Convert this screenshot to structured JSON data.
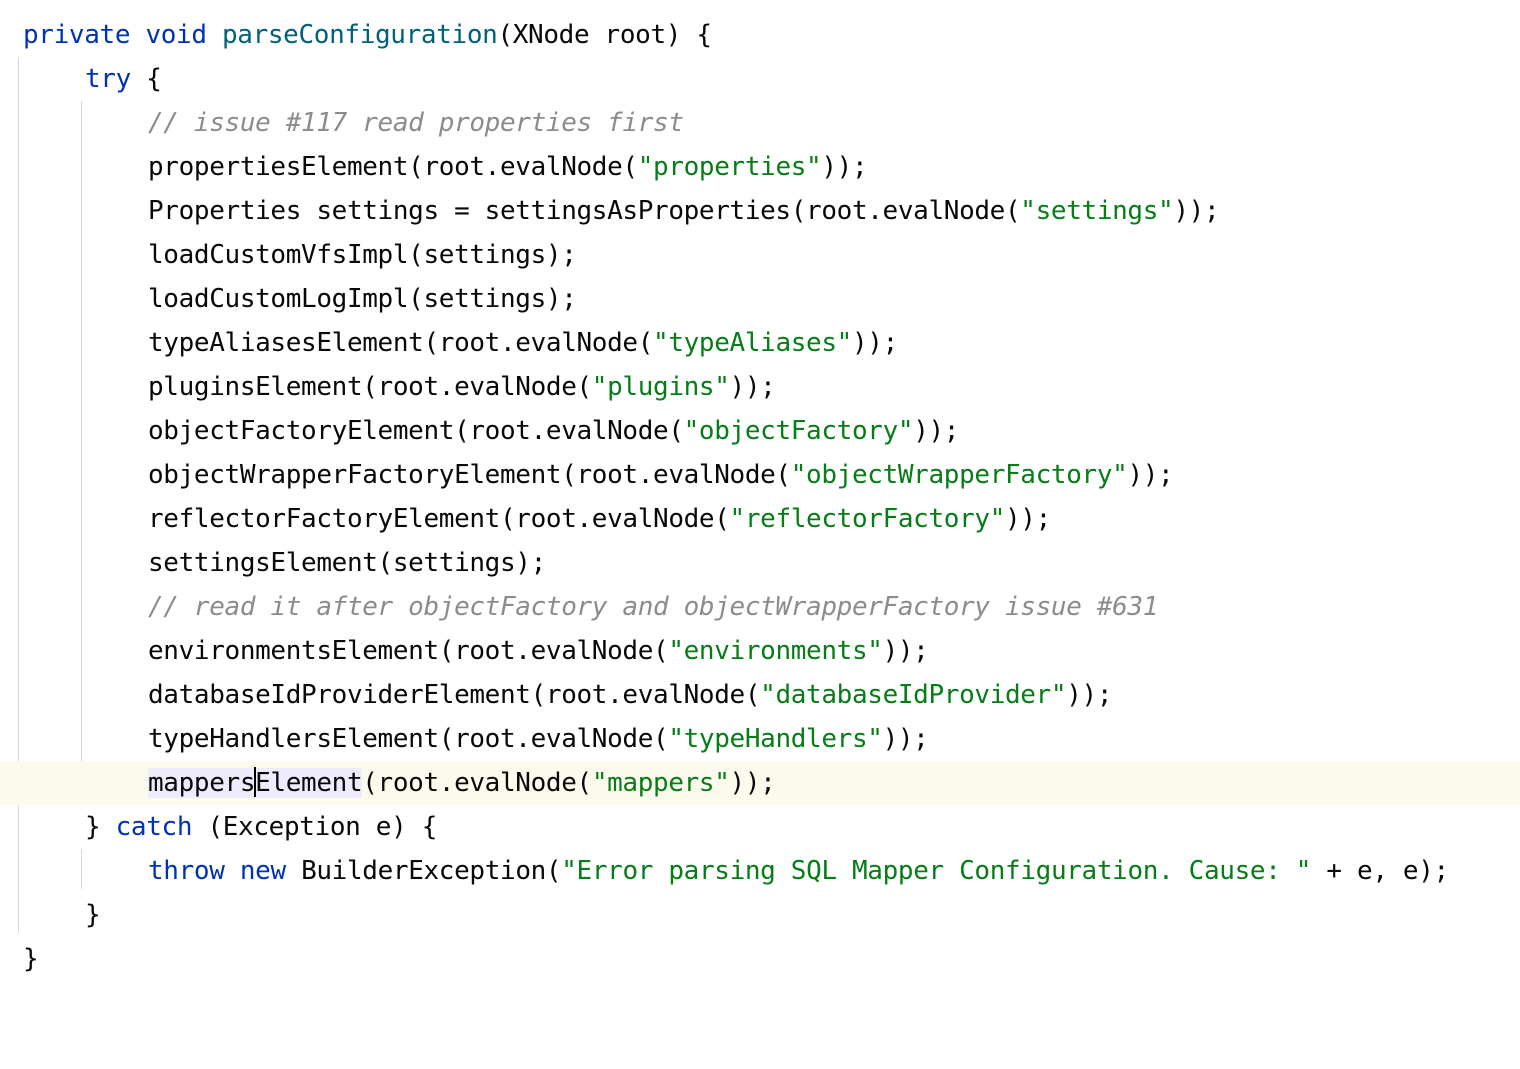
{
  "editor": {
    "method": {
      "modifier": "private",
      "return_type": "void",
      "name": "parseConfiguration",
      "params": "(XNode root) {"
    },
    "try_kw": "try",
    "try_brace": " {",
    "comment1": "// issue #117 read properties first",
    "lines": [
      {
        "pre": "propertiesElement(root.evalNode(",
        "str": "\"properties\"",
        "post": "));"
      },
      {
        "pre": "Properties settings = settingsAsProperties(root.evalNode(",
        "str": "\"settings\"",
        "post": "));"
      },
      {
        "pre": "loadCustomVfsImpl(settings);",
        "str": "",
        "post": ""
      },
      {
        "pre": "loadCustomLogImpl(settings);",
        "str": "",
        "post": ""
      },
      {
        "pre": "typeAliasesElement(root.evalNode(",
        "str": "\"typeAliases\"",
        "post": "));"
      },
      {
        "pre": "pluginsElement(root.evalNode(",
        "str": "\"plugins\"",
        "post": "));"
      },
      {
        "pre": "objectFactoryElement(root.evalNode(",
        "str": "\"objectFactory\"",
        "post": "));"
      },
      {
        "pre": "objectWrapperFactoryElement(root.evalNode(",
        "str": "\"objectWrapperFactory\"",
        "post": "));"
      },
      {
        "pre": "reflectorFactoryElement(root.evalNode(",
        "str": "\"reflectorFactory\"",
        "post": "));"
      },
      {
        "pre": "settingsElement(settings);",
        "str": "",
        "post": ""
      }
    ],
    "comment2": "// read it after objectFactory and objectWrapperFactory issue #631",
    "lines2": [
      {
        "pre": "environmentsElement(root.evalNode(",
        "str": "\"environments\"",
        "post": "));"
      },
      {
        "pre": "databaseIdProviderElement(root.evalNode(",
        "str": "\"databaseIdProvider\"",
        "post": "));"
      },
      {
        "pre": "typeHandlersElement(root.evalNode(",
        "str": "\"typeHandlers\"",
        "post": "));"
      }
    ],
    "current_line": {
      "ident_before_caret": "mappers",
      "ident_after_caret": "Element",
      "pre": "(root.evalNode(",
      "str": "\"mappers\"",
      "post": "));"
    },
    "catch": {
      "open_brace": "} ",
      "kw": "catch",
      "rest": " (Exception e) {"
    },
    "throw": {
      "kw_throw": "throw",
      "kw_new": "new",
      "pre": " BuilderException(",
      "str": "\"Error parsing SQL Mapper Configuration. Cause: \"",
      "post": " + e, e);"
    },
    "close_try": "}",
    "close_method": "}"
  },
  "colors": {
    "keyword": "#0033b3",
    "method_decl": "#00627a",
    "string": "#067d17",
    "comment": "#8c8c8c",
    "current_line_bg": "#fcfaed",
    "identifier_highlight": "#edebfc"
  }
}
